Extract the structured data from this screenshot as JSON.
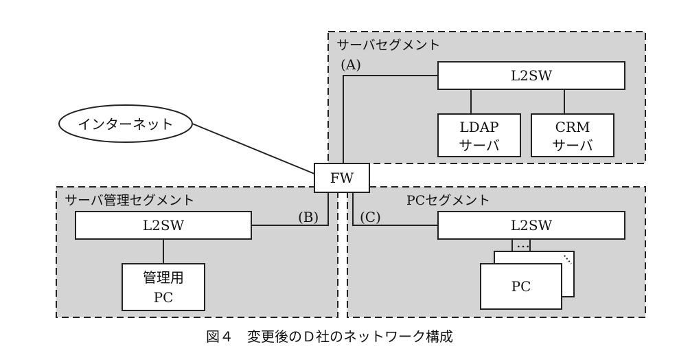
{
  "colors": {
    "segment_fill": "#d4d4d4",
    "segment_border": "#222222",
    "box_fill": "#ffffff",
    "line": "#222222"
  },
  "segments": {
    "server": {
      "title": "サーバセグメント"
    },
    "server_mgmt": {
      "title": "サーバ管理セグメント"
    },
    "pc": {
      "title": "PCセグメント"
    }
  },
  "internet": {
    "label": "インターネット"
  },
  "fw": {
    "label": "FW"
  },
  "links": {
    "a": "(A)",
    "b": "(B)",
    "c": "(C)"
  },
  "devices": {
    "server_l2sw": "L2SW",
    "ldap_line1": "LDAP",
    "ldap_line2": "サーバ",
    "crm_line1": "CRM",
    "crm_line2": "サーバ",
    "mgmt_l2sw": "L2SW",
    "mgmt_pc_line1": "管理用",
    "mgmt_pc_line2": "PC",
    "pc_l2sw": "L2SW",
    "pc": "PC",
    "pc_ellipsis": "…"
  },
  "caption": "図４　変更後のＤ社のネットワーク構成"
}
